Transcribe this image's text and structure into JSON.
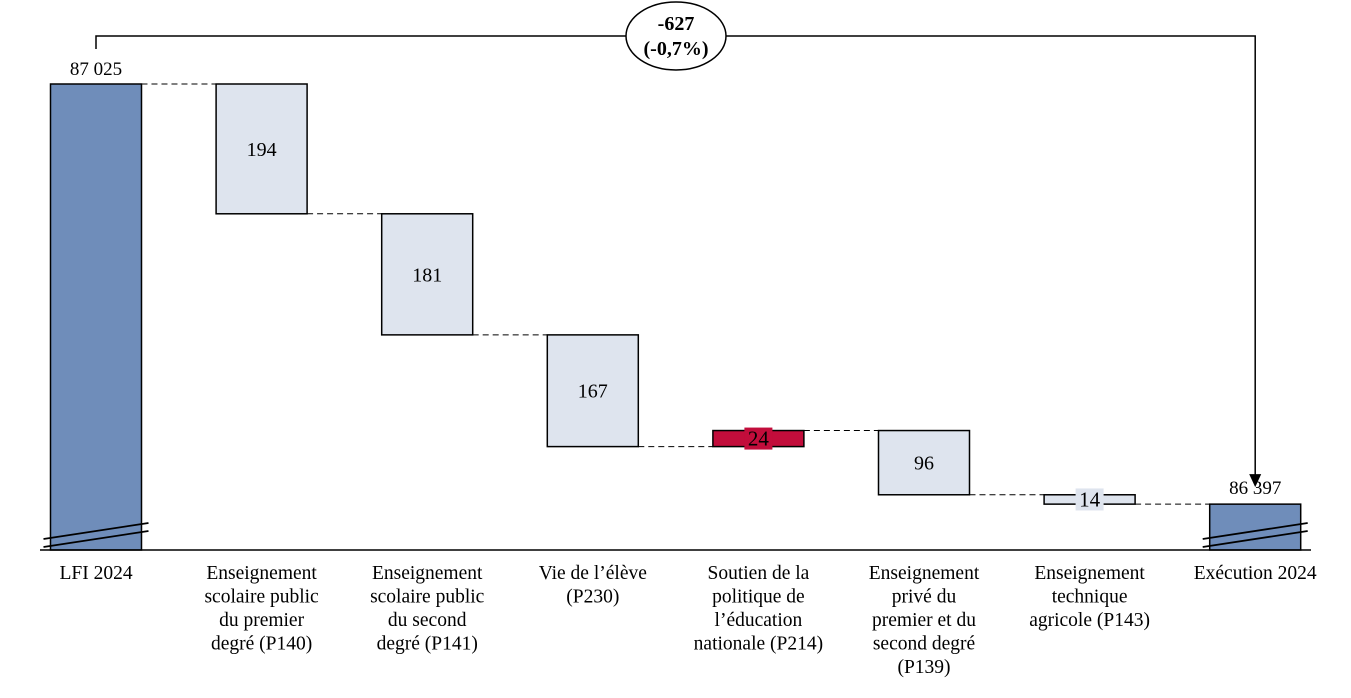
{
  "chart_data": {
    "type": "waterfall",
    "title": "",
    "start": {
      "label": "LFI 2024",
      "value": 87025,
      "value_label": "87 025"
    },
    "end": {
      "label": "Exécution 2024",
      "value": 86397,
      "value_label": "86 397"
    },
    "steps": [
      {
        "label": [
          "Enseignement",
          "scolaire public",
          "du premier",
          "degré (P140)"
        ],
        "change": -194,
        "value_label": "194"
      },
      {
        "label": [
          "Enseignement",
          "scolaire public",
          "du second",
          "degré (P141)"
        ],
        "change": -181,
        "value_label": "181"
      },
      {
        "label": [
          "Vie de l’élève",
          "(P230)"
        ],
        "change": -167,
        "value_label": "167"
      },
      {
        "label": [
          "Soutien de la",
          "politique de",
          "l’éducation",
          "nationale (P214)"
        ],
        "change": 24,
        "value_label": "24"
      },
      {
        "label": [
          "Enseignement",
          "privé du",
          "premier et du",
          "second degré",
          "(P139)"
        ],
        "change": -96,
        "value_label": "96"
      },
      {
        "label": [
          "Enseignement",
          "technique",
          "agricole (P143)"
        ],
        "change": -14,
        "value_label": "14"
      }
    ],
    "total_change": {
      "line1": "-627",
      "line2": "(-0,7%)"
    },
    "axis_broken": true,
    "colors": {
      "total": "#6F8DBA",
      "decrease": "#DEE4EE",
      "increase": "#C20D3B"
    }
  }
}
